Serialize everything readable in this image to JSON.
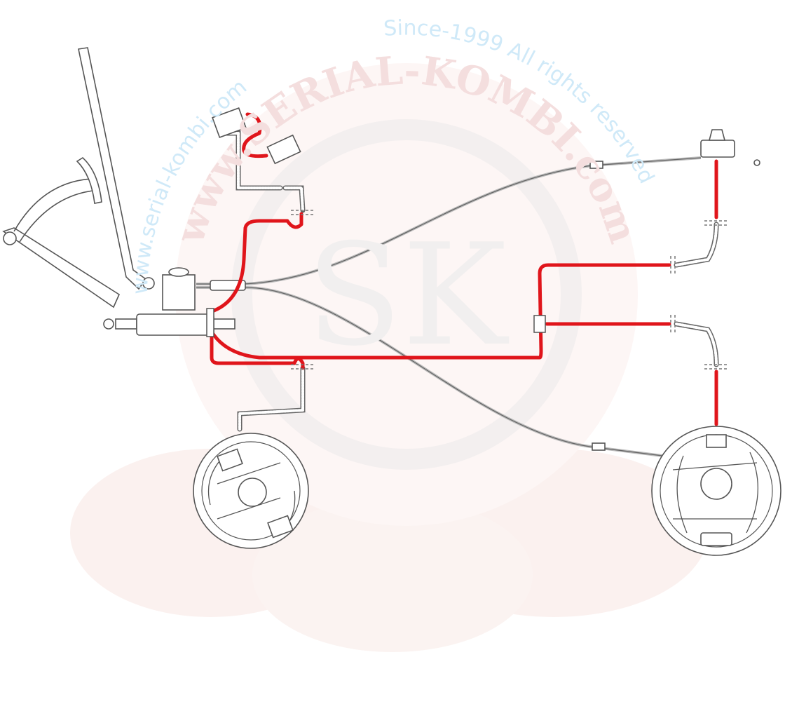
{
  "watermark": {
    "left_arc": "www.serial-kombi.com",
    "right_arc": "Since-1999 All rights reserved",
    "logo_arc": "www.SERIAL-KOMBI.com",
    "logo_letters": "SK"
  },
  "colors": {
    "brake_line": "#e0151b",
    "outline": "#555555",
    "watermark_blue": "#cfe9f8",
    "watermark_pink": "#f4dede"
  }
}
